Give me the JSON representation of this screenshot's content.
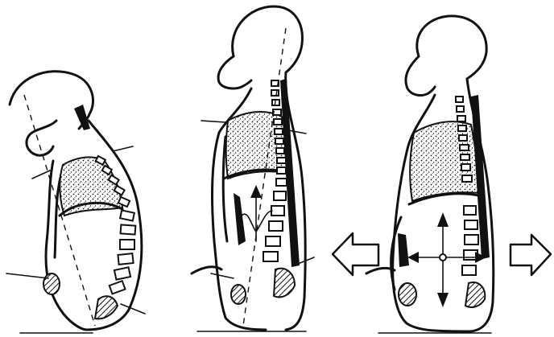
{
  "figure": {
    "panels": [
      {
        "id": "slumped",
        "arrows": []
      },
      {
        "id": "upright",
        "arrows": [
          "up"
        ]
      },
      {
        "id": "expanded",
        "arrows": [
          "up",
          "down",
          "left",
          "right"
        ],
        "side_arrows": [
          "left",
          "right"
        ]
      }
    ],
    "colors": {
      "ink": "#111111",
      "paper": "#ffffff"
    }
  }
}
